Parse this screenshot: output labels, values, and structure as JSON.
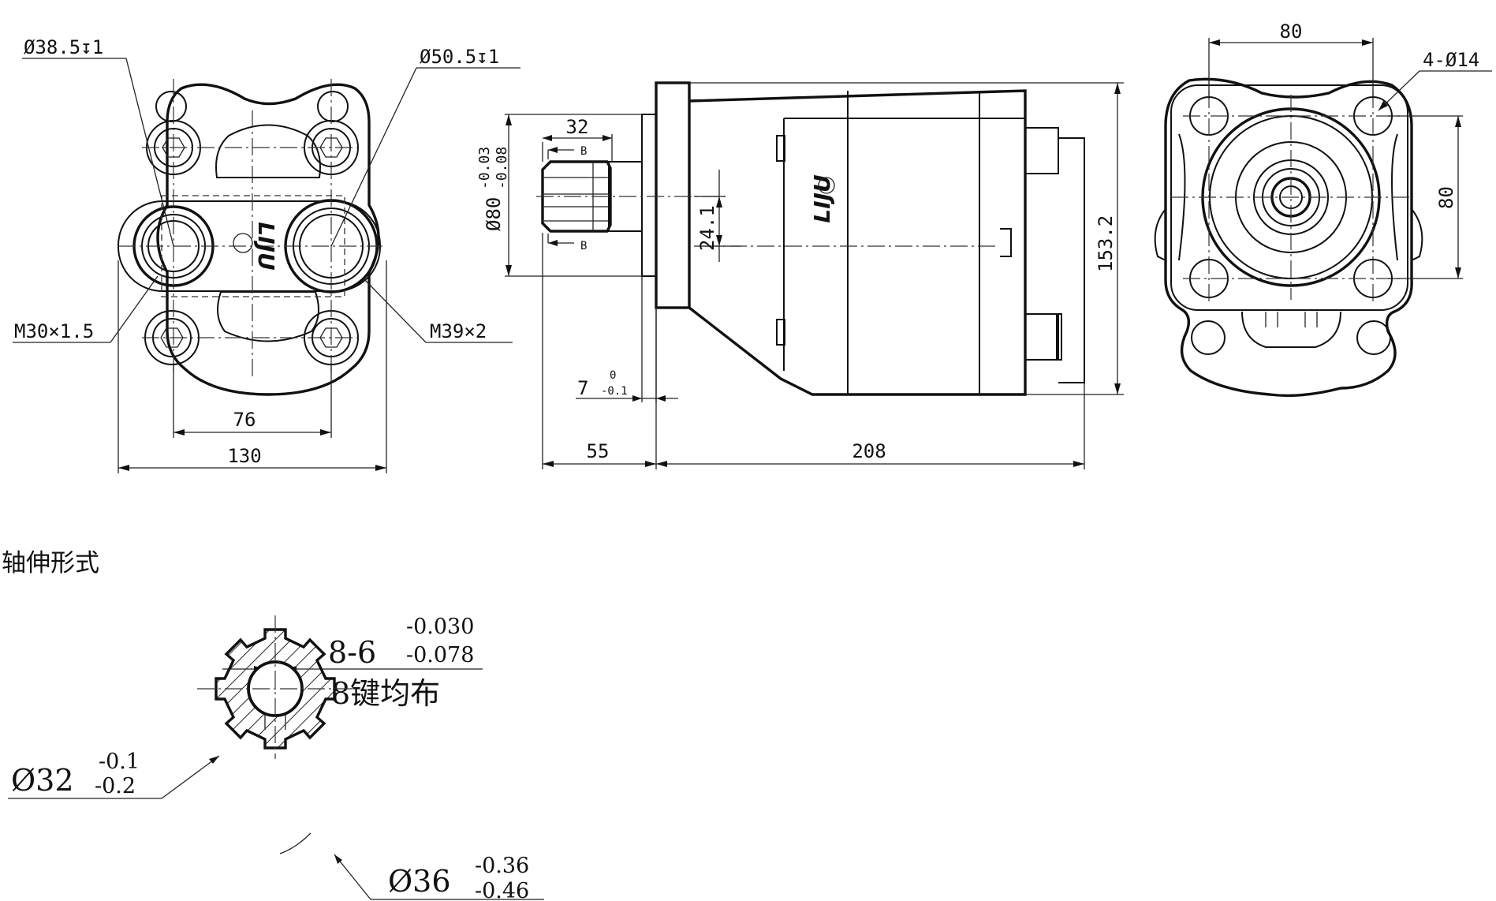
{
  "front_view": {
    "port_left_bore": "Ø38.5↧1",
    "port_right_bore": "Ø50.5↧1",
    "port_left_thread": "M30×1.5",
    "port_right_thread": "M39×2",
    "port_spacing": "76",
    "body_width": "130"
  },
  "side_view": {
    "shaft_length": "32",
    "pilot_tol_upper": "-0.03",
    "pilot_tol_lower": "-0.08",
    "pilot_diameter": "Ø80",
    "section_mark": "B",
    "offset": "24.1",
    "total_height": "153.2",
    "flange_thickness": "7",
    "flange_tol_upper": "0",
    "flange_tol_lower": "-0.1",
    "shaft_extension": "55",
    "body_length": "208"
  },
  "rear_view": {
    "bolt_spacing_h": "80",
    "bolt_spacing_v": "80",
    "bolt_holes": "4-Ø14"
  },
  "logo_text": "LIJU",
  "shaft_section": {
    "heading": "轴伸形式",
    "key_spec": "8-6",
    "key_tol_upper": "-0.030",
    "key_tol_lower": "-0.078",
    "key_note": "8键均布",
    "minor_diameter": "Ø32",
    "minor_tol_upper": "-0.1",
    "minor_tol_lower": "-0.2",
    "major_diameter": "Ø36",
    "major_tol_upper": "-0.36",
    "major_tol_lower": "-0.46"
  }
}
